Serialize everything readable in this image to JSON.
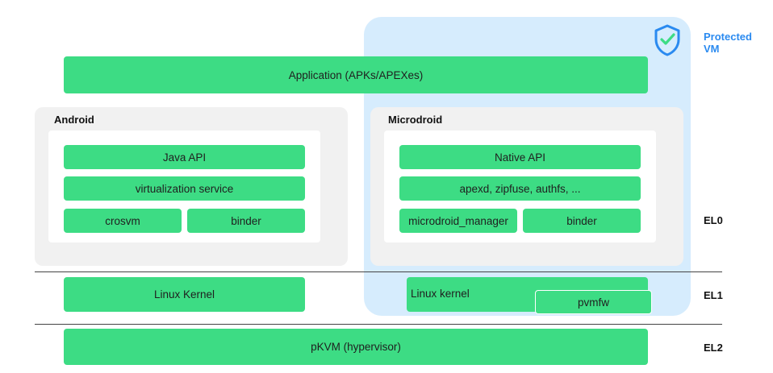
{
  "protected_vm": {
    "label_line1": "Protected",
    "label_line2": "VM",
    "icon": "shield-check-icon"
  },
  "application": {
    "label": "Application (APKs/APEXes)"
  },
  "android": {
    "title": "Android",
    "boxes": {
      "api": "Java API",
      "service": "virtualization service",
      "left": "crosvm",
      "right": "binder"
    }
  },
  "microdroid": {
    "title": "Microdroid",
    "boxes": {
      "api": "Native API",
      "service": "apexd, zipfuse, authfs, ...",
      "left": "microdroid_manager",
      "right": "binder"
    }
  },
  "kernels": {
    "android": "Linux Kernel",
    "microdroid": "Linux kernel",
    "pvmfw": "pvmfw"
  },
  "hypervisor": {
    "label": "pKVM (hypervisor)"
  },
  "exception_levels": {
    "el0": "EL0",
    "el1": "EL1",
    "el2": "EL2"
  },
  "colors": {
    "green": "#3ddc84",
    "protected_vm_bg": "#d6ecfd",
    "protected_vm_text": "#2a8af0",
    "panel": "#f1f1f1"
  }
}
